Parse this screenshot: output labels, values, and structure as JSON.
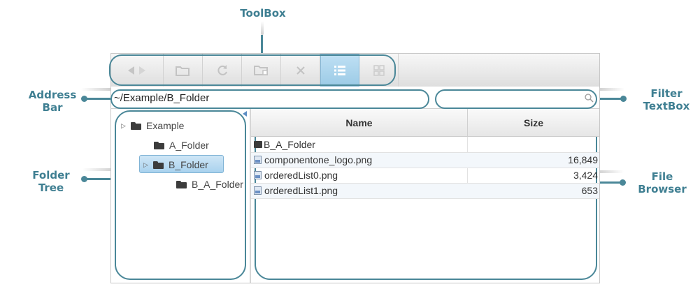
{
  "callouts": {
    "toolbox": "ToolBox",
    "address_bar_1": "Address",
    "address_bar_2": "Bar",
    "filter_1": "Filter",
    "filter_2": "TextBox",
    "folder_tree_1": "Folder",
    "folder_tree_2": "Tree",
    "file_browser_1": "File",
    "file_browser_2": "Browser"
  },
  "toolbar": {
    "buttons": [
      "back-forward-icon",
      "open-folder-icon",
      "refresh-icon",
      "new-folder-icon",
      "delete-icon",
      "list-view-icon",
      "grid-view-icon"
    ],
    "active": "list-view-icon"
  },
  "address": {
    "path": "~/Example/B_Folder"
  },
  "filter": {
    "placeholder": ""
  },
  "tree": {
    "nodes": [
      {
        "label": "Example",
        "level": 0,
        "expanded": true
      },
      {
        "label": "A_Folder",
        "level": 1
      },
      {
        "label": "B_Folder",
        "level": 1,
        "selected": true,
        "expanded": true
      },
      {
        "label": "B_A_Folder",
        "level": 2
      }
    ]
  },
  "grid": {
    "columns": [
      "Name",
      "Size"
    ],
    "rows": [
      {
        "name": "B_A_Folder",
        "size": "",
        "type": "folder"
      },
      {
        "name": "componentone_logo.png",
        "size": "16,849",
        "type": "file"
      },
      {
        "name": "orderedList0.png",
        "size": "3,424",
        "type": "file"
      },
      {
        "name": "orderedList1.png",
        "size": "653",
        "type": "file"
      }
    ]
  },
  "colors": {
    "accent": "#4a8798",
    "label": "#3f7f92",
    "selection": "#a9d2ee"
  }
}
